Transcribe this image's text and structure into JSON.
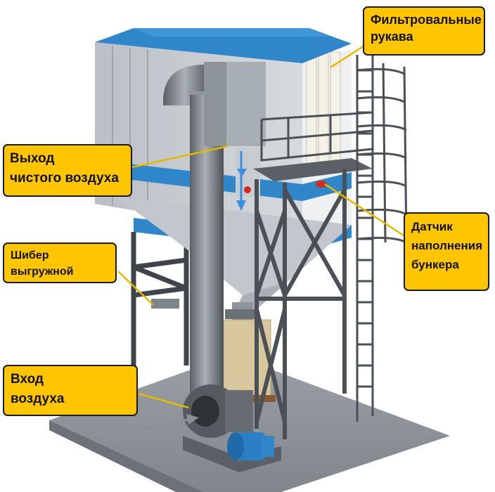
{
  "labels": {
    "filter_sleeves": {
      "line1": "Фильтровальные",
      "line2": "рукава"
    },
    "clean_air_outlet": {
      "line1": "Выход",
      "line2": "чистого воздуха"
    },
    "discharge_gate": {
      "line1": "Шибер",
      "line2": "выгружной"
    },
    "air_inlet": {
      "line1": "Вход",
      "line2": "воздуха"
    },
    "fill_sensor": {
      "line1": "Датчик",
      "line2": "наполнения",
      "line3": "бункера"
    }
  },
  "colors": {
    "callout_fill": "#ffc600",
    "callout_border": "#1a1a1a",
    "roof_blue": "#2f86c8",
    "housing_grey": "#c9ced3",
    "steel_dark": "#4a5056",
    "motor_blue": "#2b7fc4",
    "leader_line": "#e6b800",
    "flow_arrow": "#3a8fe0"
  }
}
